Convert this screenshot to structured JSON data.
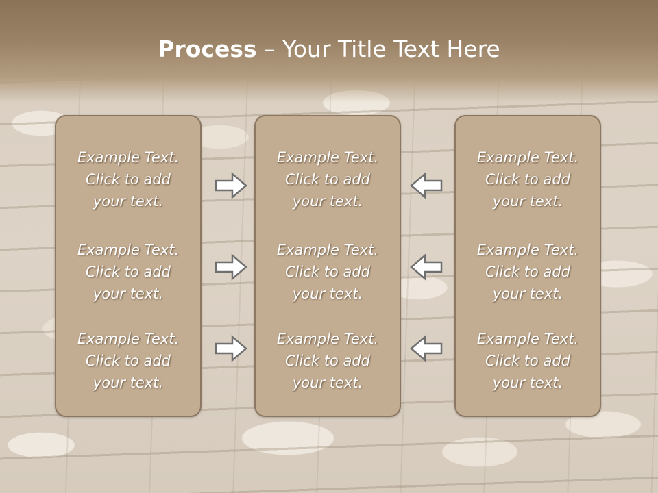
{
  "slide": {
    "title_bold": "Process",
    "title_rest": " – Your Title Text Here"
  },
  "columns": [
    {
      "items": [
        {
          "line1": "Example Text.",
          "line2": "Click  to add",
          "line3": "your text."
        },
        {
          "line1": "Example Text.",
          "line2": "Click  to add",
          "line3": "your text."
        },
        {
          "line1": "Example Text.",
          "line2": "Click  to add",
          "line3": "your text."
        }
      ]
    },
    {
      "items": [
        {
          "line1": "Example Text.",
          "line2": "Click  to add",
          "line3": "your text."
        },
        {
          "line1": "Example Text.",
          "line2": "Click  to add",
          "line3": "your text."
        },
        {
          "line1": "Example Text.",
          "line2": "Click  to add",
          "line3": "your text."
        }
      ]
    },
    {
      "items": [
        {
          "line1": "Example Text.",
          "line2": "Click  to add",
          "line3": "your text."
        },
        {
          "line1": "Example Text.",
          "line2": "Click  to add",
          "line3": "your text."
        },
        {
          "line1": "Example Text.",
          "line2": "Click  to add",
          "line3": "your text."
        }
      ]
    }
  ],
  "arrows": {
    "left_group": "right-arrow-icon",
    "right_group": "left-arrow-icon"
  },
  "colors": {
    "header": "#8a7357",
    "box_fill": "#c2ac92",
    "box_border": "#8c7862",
    "text": "#ffffff"
  }
}
